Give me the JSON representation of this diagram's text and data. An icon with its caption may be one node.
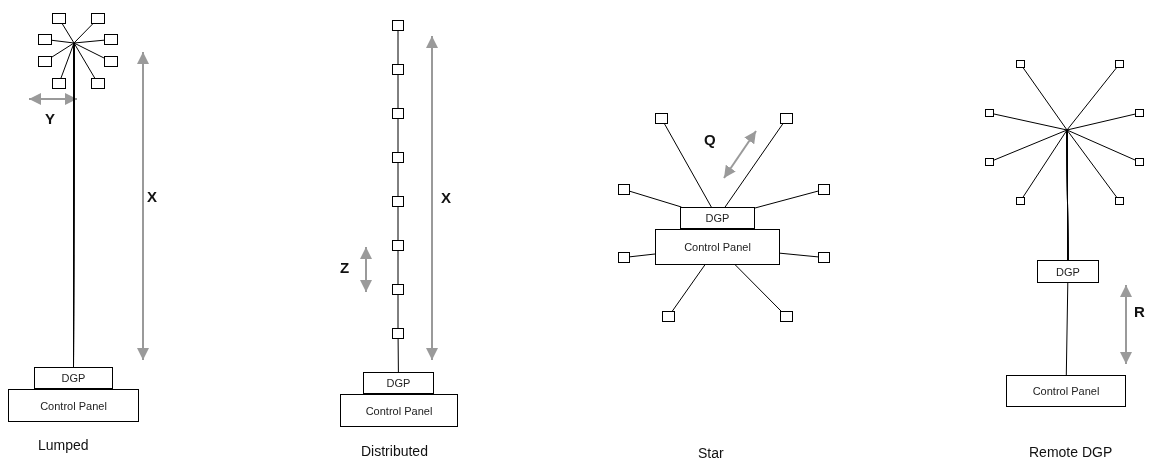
{
  "diagram": {
    "nodes": [
      {
        "text": [
          "DGP"
        ]
      },
      {
        "text": [
          "Control Panel"
        ]
      },
      {
        "text": [],
        "shape": "box"
      },
      {
        "text": [],
        "shape": "box"
      },
      {
        "text": [],
        "shape": "box"
      },
      {
        "text": [],
        "shape": "box"
      },
      {
        "text": [],
        "shape": "box"
      },
      {
        "text": [],
        "shape": "box"
      },
      {
        "text": [],
        "shape": "box"
      },
      {
        "text": [],
        "shape": "box"
      },
      {
        "text": [
          "DGP"
        ]
      },
      {
        "text": [
          "Control Panel"
        ]
      },
      {
        "text": [],
        "shape": "box"
      },
      {
        "text": [],
        "shape": "box"
      },
      {
        "text": [],
        "shape": "box"
      },
      {
        "text": [],
        "shape": "box"
      },
      {
        "text": [],
        "shape": "box"
      },
      {
        "text": [],
        "shape": "box"
      },
      {
        "text": [],
        "shape": "box"
      },
      {
        "text": [],
        "shape": "box"
      },
      {
        "text": [
          "DGP"
        ]
      },
      {
        "text": [
          "Control Panel"
        ]
      },
      {
        "text": [],
        "shape": "box"
      },
      {
        "text": [],
        "shape": "box"
      },
      {
        "text": [],
        "shape": "box"
      },
      {
        "text": [],
        "shape": "box"
      },
      {
        "text": [],
        "shape": "box"
      },
      {
        "text": [],
        "shape": "box"
      },
      {
        "text": [],
        "shape": "box"
      },
      {
        "text": [],
        "shape": "box"
      },
      {
        "text": [
          "DGP"
        ]
      },
      {
        "text": [
          "Control Panel"
        ]
      },
      {
        "text": [],
        "shape": "box"
      },
      {
        "text": [],
        "shape": "box"
      },
      {
        "text": [],
        "shape": "box"
      },
      {
        "text": [],
        "shape": "box"
      },
      {
        "text": [],
        "shape": "box"
      },
      {
        "text": [],
        "shape": "box"
      },
      {
        "text": [],
        "shape": "box"
      },
      {
        "text": [],
        "shape": "box"
      }
    ],
    "edges": [
      {
        "from": 0,
        "to": 2,
        "arrow": "none"
      },
      {
        "from": 0,
        "to": 3,
        "arrow": "none"
      },
      {
        "from": 0,
        "to": 4,
        "arrow": "none"
      },
      {
        "from": 0,
        "to": 5,
        "arrow": "none"
      },
      {
        "from": 0,
        "to": 6,
        "arrow": "none"
      },
      {
        "from": 0,
        "to": 7,
        "arrow": "none"
      },
      {
        "from": 0,
        "to": 8,
        "arrow": "none"
      },
      {
        "from": 0,
        "to": 9,
        "arrow": "none"
      },
      {
        "from": 10,
        "to": 19,
        "arrow": "none"
      },
      {
        "from": 19,
        "to": 18,
        "arrow": "none"
      },
      {
        "from": 18,
        "to": 17,
        "arrow": "none"
      },
      {
        "from": 17,
        "to": 16,
        "arrow": "none"
      },
      {
        "from": 16,
        "to": 15,
        "arrow": "none"
      },
      {
        "from": 15,
        "to": 14,
        "arrow": "none"
      },
      {
        "from": 14,
        "to": 13,
        "arrow": "none"
      },
      {
        "from": 13,
        "to": 12,
        "arrow": "none"
      },
      {
        "from": 20,
        "to": 22,
        "arrow": "none"
      },
      {
        "from": 20,
        "to": 23,
        "arrow": "none"
      },
      {
        "from": 20,
        "to": 24,
        "arrow": "none"
      },
      {
        "from": 20,
        "to": 25,
        "arrow": "none"
      },
      {
        "from": 21,
        "to": 26,
        "arrow": "none"
      },
      {
        "from": 21,
        "to": 27,
        "arrow": "none"
      },
      {
        "from": 21,
        "to": 28,
        "arrow": "none"
      },
      {
        "from": 21,
        "to": 29,
        "arrow": "none"
      },
      {
        "from": 31,
        "to": 30,
        "arrow": "none"
      },
      {
        "from": 30,
        "to": 32,
        "arrow": "none"
      },
      {
        "from": 30,
        "to": 33,
        "arrow": "none"
      },
      {
        "from": 30,
        "to": 34,
        "arrow": "none"
      },
      {
        "from": 30,
        "to": 35,
        "arrow": "none"
      },
      {
        "from": 30,
        "to": 36,
        "arrow": "none"
      },
      {
        "from": 30,
        "to": 37,
        "arrow": "none"
      },
      {
        "from": 30,
        "to": 38,
        "arrow": "none"
      },
      {
        "from": 30,
        "to": 39,
        "arrow": "none"
      }
    ],
    "labels": [
      "Y",
      "X",
      "X",
      "Z",
      "Q",
      "R",
      "Lumped",
      "Distributed",
      "Star",
      "Remote DGP"
    ]
  }
}
